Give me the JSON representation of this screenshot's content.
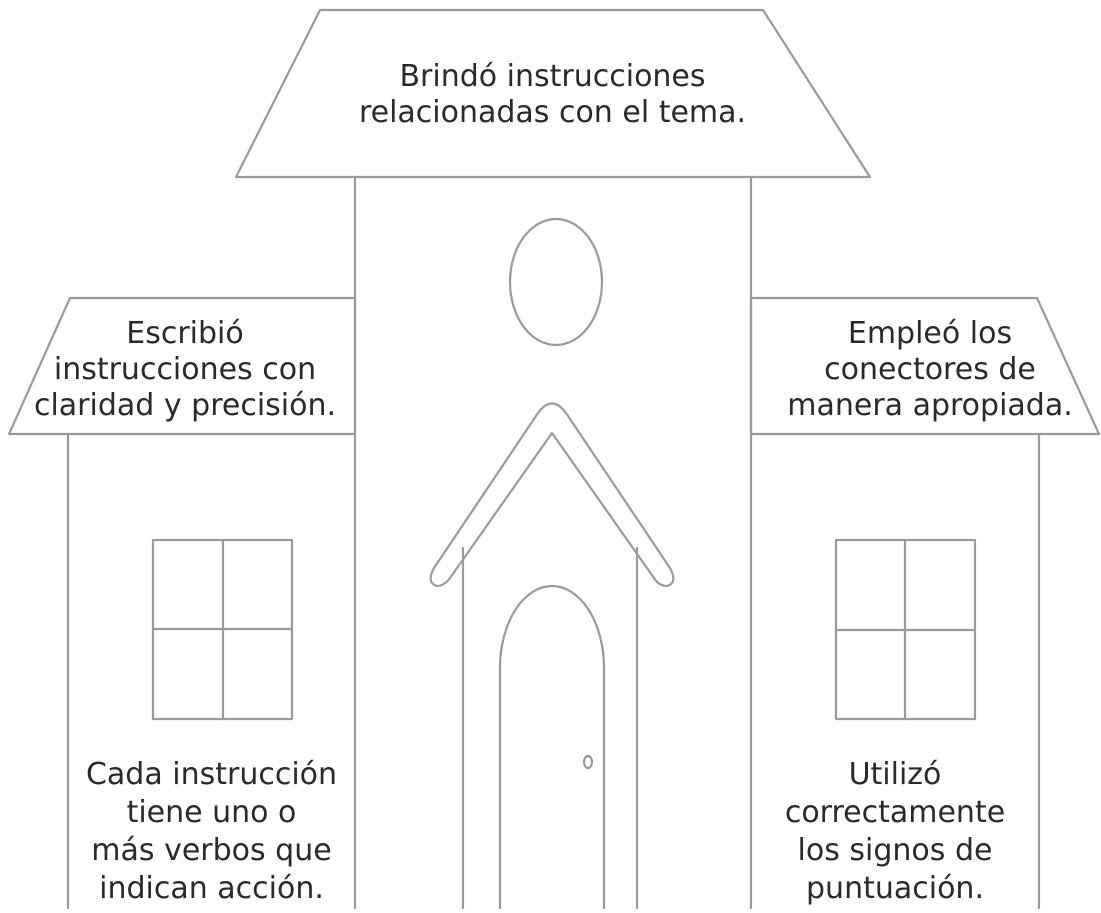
{
  "colors": {
    "line": "#9a9a9a",
    "text": "#2a2a2a",
    "background": "#ffffff"
  },
  "house": {
    "top_roof_text": [
      "Brindó instrucciones",
      "relacionadas con el tema."
    ],
    "left_roof_text": [
      "Escribió",
      "instrucciones con",
      "claridad y precisión."
    ],
    "right_roof_text": [
      "Empleó los",
      "conectores de",
      "manera apropiada."
    ],
    "left_wall_text": [
      "Cada instrucción",
      "tiene uno o",
      "más verbos que",
      "indican acción."
    ],
    "right_wall_text": [
      "Utilizó",
      "correctamente",
      "los signos de",
      "puntuación."
    ]
  }
}
